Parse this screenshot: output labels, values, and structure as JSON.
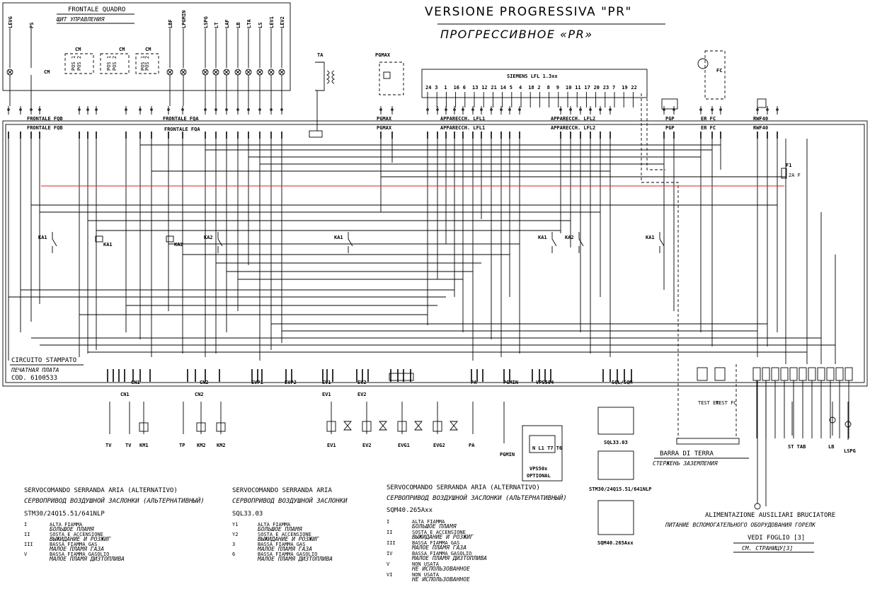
{
  "title": {
    "it": "VERSIONE PROGRESSIVA \"PR\"",
    "ru": "ПРОГРЕССИВНОЕ «PR»"
  },
  "frontale": {
    "it": "FRONTALE QUADRO",
    "ru": "ЩИТ УПРАВЛЕНИЯ"
  },
  "top_labels": [
    "LEVG",
    "PS",
    "LBF",
    "LPGMIN",
    "LSPG",
    "LT",
    "LAF",
    "LB",
    "LTA",
    "LS",
    "LEV1",
    "LEV2"
  ],
  "cm_label": "CM",
  "pos_labels": [
    "POS 1",
    "POS 2"
  ],
  "siemens": "SIEMENS LFL 1.3xx",
  "siemens_pins": [
    "24",
    "3",
    "1",
    "16",
    "6",
    "13",
    "12",
    "21",
    "14",
    "5",
    "4",
    "18",
    "2",
    "8",
    "9",
    "10",
    "11",
    "17",
    "20",
    "23",
    "7",
    "19",
    "22"
  ],
  "device_labels": {
    "ta": "TA",
    "pgmax": "PGMAX",
    "pgp": "PGP",
    "fc": "FC",
    "er": "ER",
    "rwf40": "RWF40",
    "f1": "F1",
    "f1_rating": "2A F",
    "frontale_fqb": "FRONTALE FQB",
    "frontale_fqa": "FRONTALE FQA",
    "lfl1": "APPARECCH. LFL1",
    "lfl2": "APPARECCH. LFL2",
    "er_fc": "ER  FC"
  },
  "relays": [
    "KA1",
    "KA1",
    "KA2",
    "KA2",
    "KA1",
    "KA1",
    "KA2",
    "KA1"
  ],
  "circuito": {
    "it": "CIRCUITO STAMPATO",
    "ru": "ПЕЧАТНАЯ ПЛАТА",
    "code": "COD. 6100533"
  },
  "connectors": [
    "CN1",
    "CN2",
    "EVP1",
    "EVP2",
    "EV1",
    "EV2",
    "PA",
    "PGMIN",
    "VPS504",
    "SQL/SQM"
  ],
  "bottom_components": [
    "TV",
    "TV",
    "KM1",
    "TP",
    "KM2",
    "KM2",
    "EV1",
    "EV2",
    "EVG1",
    "EVG2",
    "PA",
    "PGMIN",
    "ST TAB",
    "LB",
    "LSPG"
  ],
  "vps": {
    "label": "VPS50x",
    "optional": "OPTIONAL",
    "pins": "N L1 T7 T6"
  },
  "sql33": "SQL33.03",
  "stm30": "STM30/24Q15.51/641NLP",
  "sqm40": "SQM40.265Axx",
  "test": {
    "er": "TEST ER",
    "fc": "TEST FC"
  },
  "barra": {
    "it": "BARRA DI TERRA",
    "ru": "СТЕРЖЕНЬ ЗАЗЕМЛЕНИЯ"
  },
  "aux": {
    "it": "ALIMENTAZIONE AUSILIARI BRUCIATORE",
    "ru": "ПИТАНИЕ ВСПОМОГАТЕЛЬНОГО ОБОРУДОВАНИЯ ГОРЕЛК"
  },
  "vedi": {
    "it": "VEDI FOGLIO [3]",
    "ru": "СМ. СТРАНИЦУ[3]"
  },
  "legend1": {
    "title_it": "SERVOCOMANDO SERRANDA ARIA (ALTERNATIVO)",
    "title_ru": "СЕРВОПРИВОД ВОЗДУШНОЙ ЗАСЛОНКИ (АЛЬТЕРНАТИВНЫЙ)",
    "model": "STM30/24Q15.51/641NLP",
    "rows": [
      {
        "k": "I",
        "it": "ALTA FIAMMA",
        "ru": "БОЛЬШОЕ ПЛАМЯ"
      },
      {
        "k": "II",
        "it": "SOSTA E ACCENSIONE",
        "ru": "ВЫЖИДАНИЕ И РОЗЖИГ"
      },
      {
        "k": "III",
        "it": "BASSA FIAMMA GAS",
        "ru": "МАЛОЕ ПЛАМЯ ГАЗА"
      },
      {
        "k": "V",
        "it": "BASSA FIAMMA GASOLIO",
        "ru": "МАЛОЕ ПЛАМЯ ДИЗТОПЛИВА"
      }
    ]
  },
  "legend2": {
    "title_it": "SERVOCOMANDO SERRANDA ARIA",
    "title_ru": "СЕРВОПРИВОД ВОЗДУШНОЙ ЗАСЛОНКИ",
    "model": "SQL33.03",
    "rows": [
      {
        "k": "Y1",
        "it": "ALTA FIAMMA",
        "ru": "БОЛЬШОЕ ПЛАМЯ"
      },
      {
        "k": "Y2",
        "it": "SOSTA E ACCENSIONE",
        "ru": "ВЫЖИДАНИЕ И РОЗЖИГ"
      },
      {
        "k": "3",
        "it": "BASSA FIAMMA GAS",
        "ru": "МАЛОЕ ПЛАМЯ ГАЗА"
      },
      {
        "k": "6",
        "it": "BASSA FIAMMA GASOLIO",
        "ru": "МАЛОЕ ПЛАМЯ ДИЗТОПЛИВА"
      }
    ]
  },
  "legend3": {
    "title_it": "SERVOCOMANDO SERRANDA ARIA (ALTERNATIVO)",
    "title_ru": "СЕРВОПРИВОД ВОЗДУШНОЙ ЗАСЛОНКИ (АЛЬТЕРНАТИВНЫЙ)",
    "model": "SQM40.265Axx",
    "rows": [
      {
        "k": "I",
        "it": "ALTA FIAMMA",
        "ru": "БОЛЬШОЕ ПЛАМЯ"
      },
      {
        "k": "II",
        "it": "SOSTA E ACCENSIONE",
        "ru": "ВЫЖИДАНИЕ И РОЗЖИГ"
      },
      {
        "k": "III",
        "it": "BASSA FIAMMA GAS",
        "ru": "МАЛОЕ ПЛАМЯ ГАЗА"
      },
      {
        "k": "IV",
        "it": "BASSA FIAMMA GASOLIO",
        "ru": "МАЛОЕ ПЛАМЯ ДИЗТОПЛИВА"
      },
      {
        "k": "V",
        "it": "NON USATA",
        "ru": "НЕ ИСПОЛЬЗОВАННОЕ"
      },
      {
        "k": "VI",
        "it": "NON USATA",
        "ru": "НЕ ИСПОЛЬЗОВАННОЕ"
      }
    ]
  }
}
